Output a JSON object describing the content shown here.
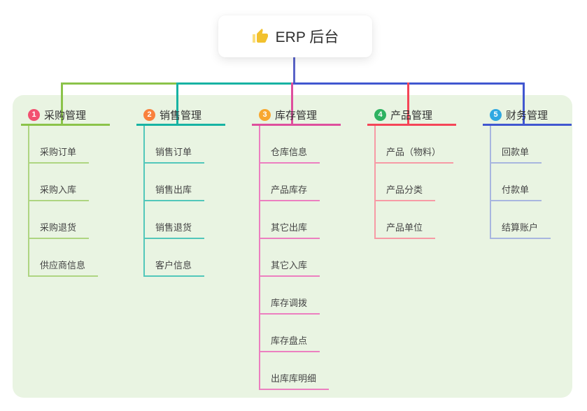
{
  "root": {
    "title": "ERP 后台",
    "icon": "thumbs-up-icon"
  },
  "colors": {
    "page_bg": "#ffffff",
    "board_bg": "#e9f4e2",
    "root_line": "#5a64c8",
    "thumb_fill": "#f2c12e",
    "thumb_cuff": "#fbde7a",
    "header_text": "#333333",
    "child_text": "#454545"
  },
  "branches": [
    {
      "number": "1",
      "label": "采购管理",
      "badge_color": "#f25070",
      "line_color": "#8bc34a",
      "child_line_color": "#aed581",
      "children": [
        "采购订单",
        "采购入库",
        "采购退货",
        "供应商信息"
      ]
    },
    {
      "number": "2",
      "label": "销售管理",
      "badge_color": "#f9813d",
      "line_color": "#17b3a3",
      "child_line_color": "#52c7ba",
      "children": [
        "销售订单",
        "销售出库",
        "销售退货",
        "客户信息"
      ]
    },
    {
      "number": "3",
      "label": "库存管理",
      "badge_color": "#f8a72f",
      "line_color": "#de4f9d",
      "child_line_color": "#ec7fc0",
      "children": [
        "仓库信息",
        "产品库存",
        "其它出库",
        "其它入库",
        "库存调拨",
        "库存盘点",
        "出库库明细"
      ]
    },
    {
      "number": "4",
      "label": "产品管理",
      "badge_color": "#2eb261",
      "line_color": "#f54558",
      "child_line_color": "#f79aa5",
      "children": [
        "产品（物料）",
        "产品分类",
        "产品单位"
      ]
    },
    {
      "number": "5",
      "label": "财务管理",
      "badge_color": "#2fa8e1",
      "line_color": "#4157d0",
      "child_line_color": "#a8b6df",
      "children": [
        "回款单",
        "付款单",
        "结算账户"
      ]
    }
  ]
}
